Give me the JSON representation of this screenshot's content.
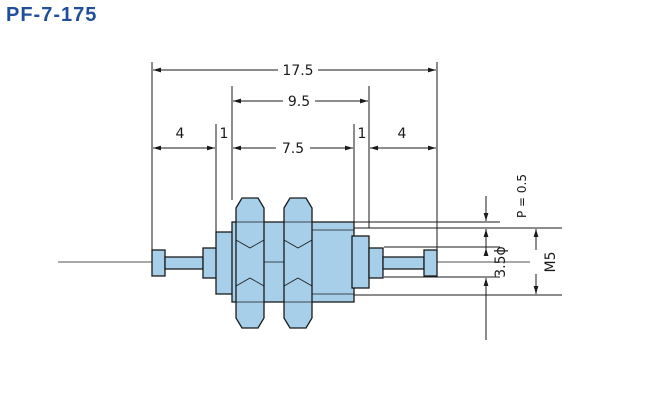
{
  "title": "PF-7-175",
  "dimensions": {
    "overall_length": "17.5",
    "middle_length": "9.5",
    "inner_length": "7.5",
    "left_end": "4",
    "right_end": "4",
    "left_gap": "1",
    "right_gap": "1",
    "pitch": "P = 0.5",
    "diameter": "3.5ϕ",
    "thread": "M5"
  },
  "colors": {
    "part_fill": "#a7cfe9",
    "title": "#1f4e9a"
  }
}
